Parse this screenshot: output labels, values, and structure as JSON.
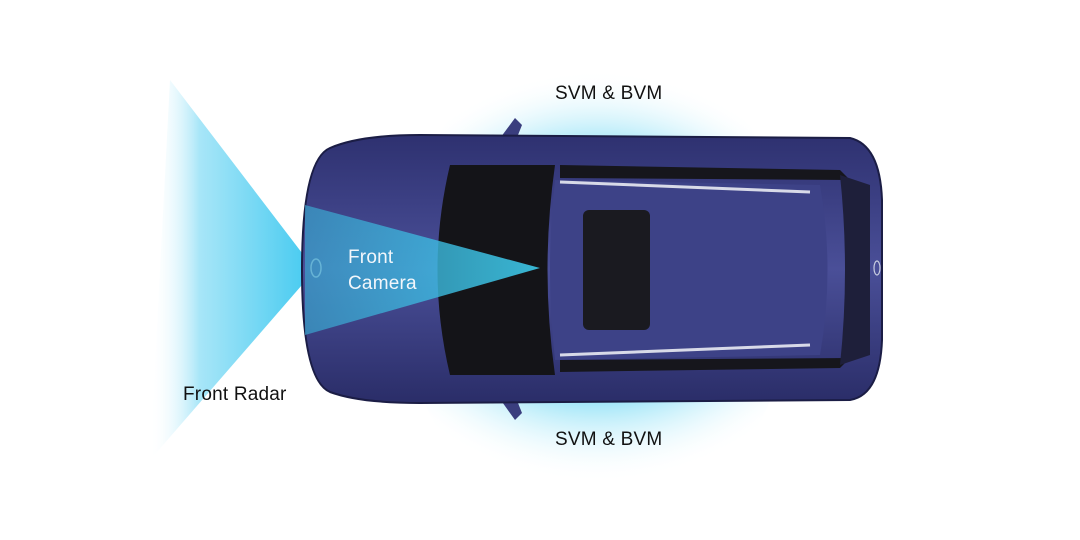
{
  "labels": {
    "svm_top": "SVM & BVM",
    "svm_bottom": "SVM & BVM",
    "front_camera_line1": "Front",
    "front_camera_line2": "Camera",
    "front_radar": "Front Radar"
  },
  "colors": {
    "sensor_field": "#35c6ee",
    "car_body": "#3b3f80",
    "glass": "#141418"
  }
}
